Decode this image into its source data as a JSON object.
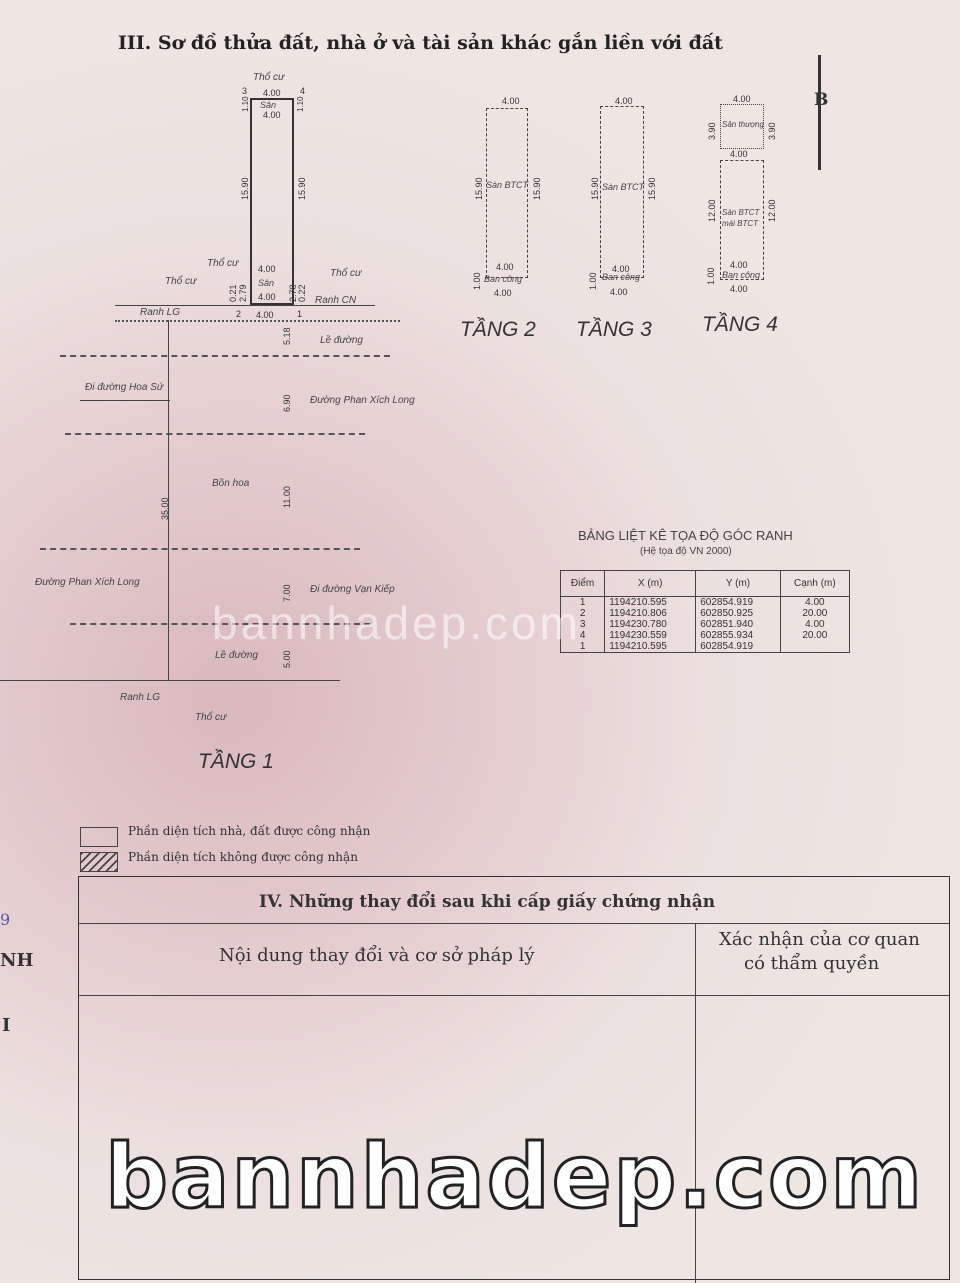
{
  "section3": {
    "title": "III. Sơ đồ thửa đất, nhà ở và tài sản khác gắn liền với đất",
    "north": "B"
  },
  "floor1": {
    "label": "TẦNG 1",
    "labels": {
      "tho_cu_top": "Thổ cư",
      "tho_cu_left": "Thổ cư",
      "tho_cu_left2": "Thổ cư",
      "tho_cu_right": "Thổ cư",
      "san_top": "Sân",
      "san_bottom": "Sân",
      "ranh_cn": "Ranh CN",
      "ranh_lg_top": "Ranh LG",
      "le_duong_top": "Lề đường",
      "hoa_su": "Đi đường Hoa Sứ",
      "pxl_right": "Đường Phan Xích Long",
      "bon_hoa": "Bồn hoa",
      "pxl_left": "Đường Phan Xích Long",
      "van_kiep": "Đi đường Vạn Kiếp",
      "le_duong_bottom": "Lề đường",
      "ranh_lg_bottom": "Ranh LG",
      "tho_cu_bottom": "Thổ cư"
    },
    "points": [
      "3",
      "4",
      "2",
      "1"
    ],
    "dims": {
      "w": "4.00",
      "top": "1.10",
      "side": "15.90",
      "front_l": "2.79",
      "front_r": "2.78",
      "off_l": "0.21",
      "off_r": "0.22",
      "d1": "5.18",
      "d2": "6.90",
      "d3": "11.00",
      "d4": "7.00",
      "d5": "5.00",
      "total": "35.00"
    }
  },
  "floors": [
    {
      "label": "TẦNG 2",
      "main": "Sàn BTCT",
      "balcony": "Ban công",
      "w": "4.00",
      "len": "15.90",
      "bal": "1.00"
    },
    {
      "label": "TẦNG 3",
      "main": "Sàn BTCT",
      "balcony": "Ban công",
      "w": "4.00",
      "len": "15.90",
      "bal": "1.00"
    },
    {
      "label": "TẦNG 4",
      "top": "Sân thượng",
      "top_len": "3.90",
      "main": "Sàn BTCT",
      "main2": "mái BTCT",
      "balcony": "Ban công",
      "w": "4.00",
      "len": "12.00",
      "bal": "1.00"
    }
  ],
  "coord_table": {
    "title": "BẢNG LIỆT KÊ TỌA ĐỘ GÓC RANH",
    "subtitle": "(Hệ tọa độ VN 2000)",
    "headers": [
      "Điểm",
      "X (m)",
      "Y (m)",
      "Cạnh (m)"
    ],
    "rows": [
      [
        "1",
        "1194210.595",
        "602854.919",
        "4.00"
      ],
      [
        "2",
        "1194210.806",
        "602850.925",
        "20.00"
      ],
      [
        "3",
        "1194230.780",
        "602851.940",
        "4.00"
      ],
      [
        "4",
        "1194230.559",
        "602855.934",
        "20.00"
      ],
      [
        "1",
        "1194210.595",
        "602854.919",
        ""
      ]
    ]
  },
  "legend": [
    "Phần diện tích nhà, đất được công nhận",
    "Phần diện tích không được công nhận"
  ],
  "section4": {
    "title": "IV. Những thay đổi sau khi cấp giấy chứng nhận",
    "col1": "Nội dung thay đổi và cơ sở pháp lý",
    "col2a": "Xác nhận của cơ quan",
    "col2b": "có thẩm quyền"
  },
  "edge": [
    "9",
    "NH",
    "I"
  ],
  "watermark": "bannhadep.com"
}
